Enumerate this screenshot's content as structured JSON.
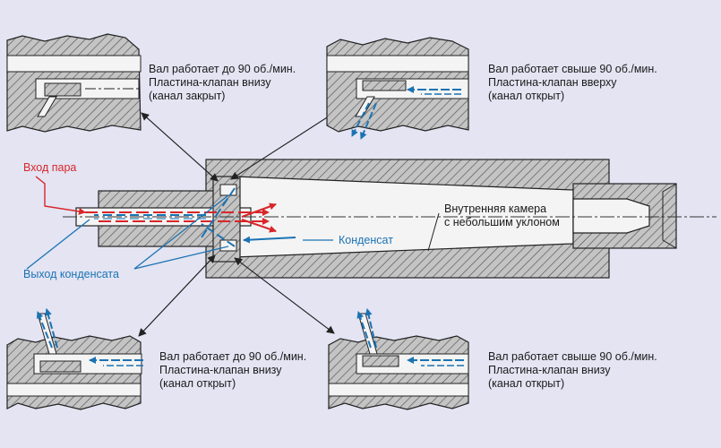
{
  "labels": {
    "steam_inlet": "Вход пара",
    "condensate_outlet": "Выход конденсата",
    "condensate": "Конденсат",
    "inner_chamber": [
      "Внутренняя камера",
      "с небольшим уклоном"
    ],
    "detail_top_left": [
      "Вал работает до 90 об./мин.",
      "Пластина-клапан внизу",
      "(канал закрыт)"
    ],
    "detail_top_right": [
      "Вал работает свыше 90 об./мин.",
      "Пластина-клапан вверху",
      "(канал открыт)"
    ],
    "detail_bottom_left": [
      "Вал работает до 90 об./мин.",
      "Пластина-клапан внизу",
      "(канал открыт)"
    ],
    "detail_bottom_right": [
      "Вал работает свыше 90 об./мин.",
      "Пластина-клапан внизу",
      "(канал открыт)"
    ]
  },
  "colors": {
    "background": "#e4e4f3",
    "steam": "#d8262a",
    "condensate": "#1b73b3",
    "outline": "#222222",
    "hatch_fill": "#bdbdbd"
  }
}
